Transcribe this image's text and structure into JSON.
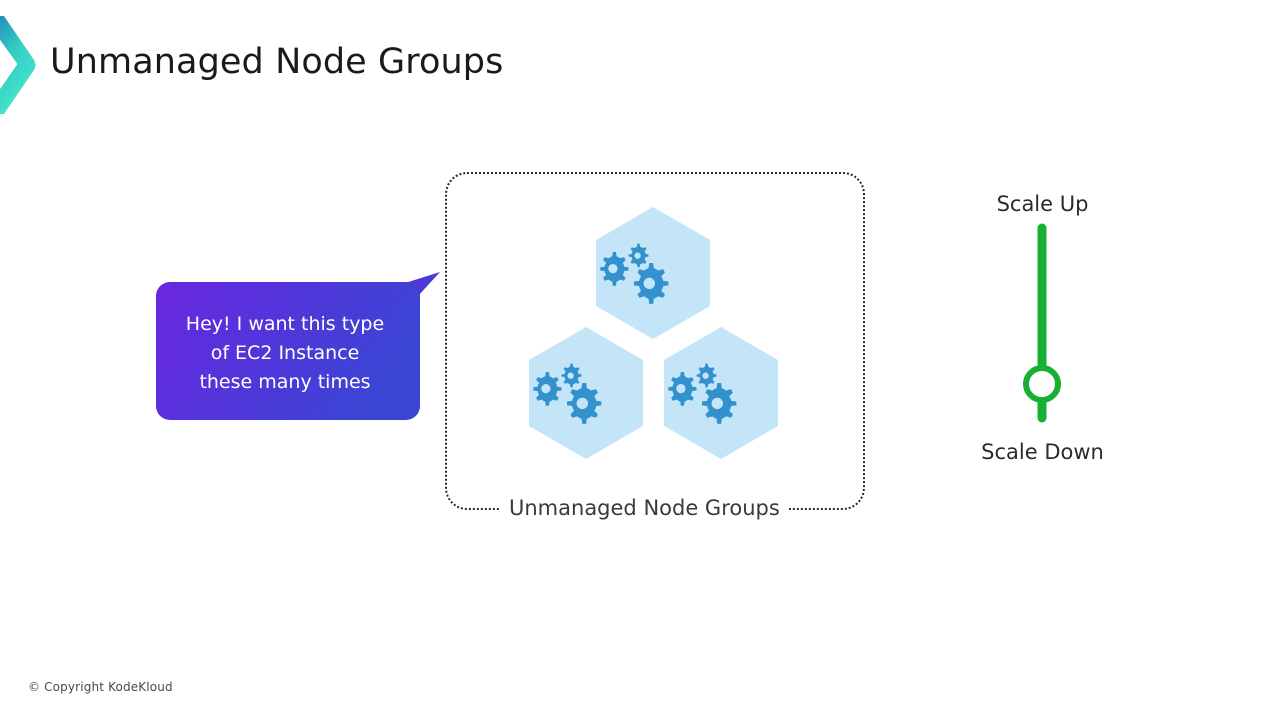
{
  "slide": {
    "title": "Unmanaged Node Groups",
    "background_color": "#ffffff",
    "title_color": "#1a1a1a"
  },
  "brand": {
    "logo_icon": "chevron-right-icon",
    "gradient_from": "#1E9BC4",
    "gradient_to": "#3CE8C8"
  },
  "speech_bubble": {
    "line1": "Hey! I want this type",
    "line2": "of EC2 Instance",
    "line3": "these many times",
    "gradient_from": "#6A26E0",
    "gradient_to": "#3A45D4",
    "text_color": "#ffffff"
  },
  "node_group": {
    "caption": "Unmanaged Node Groups",
    "border_style": "dotted",
    "border_color": "#2b2b2b",
    "hexagon_fill": "#C4E5F8",
    "gear_color": "#3392CE",
    "hexagons": [
      {
        "name": "node-hexagon-top",
        "icon": "gears-icon"
      },
      {
        "name": "node-hexagon-bottom-left",
        "icon": "gears-icon"
      },
      {
        "name": "node-hexagon-bottom-right",
        "icon": "gears-icon"
      }
    ]
  },
  "scale_control": {
    "up_label": "Scale Up",
    "down_label": "Scale Down",
    "track_color": "#18B033",
    "knob_fill": "#ffffff",
    "knob_position_pct": 76
  },
  "footer": {
    "copyright": "© Copyright KodeKloud"
  }
}
